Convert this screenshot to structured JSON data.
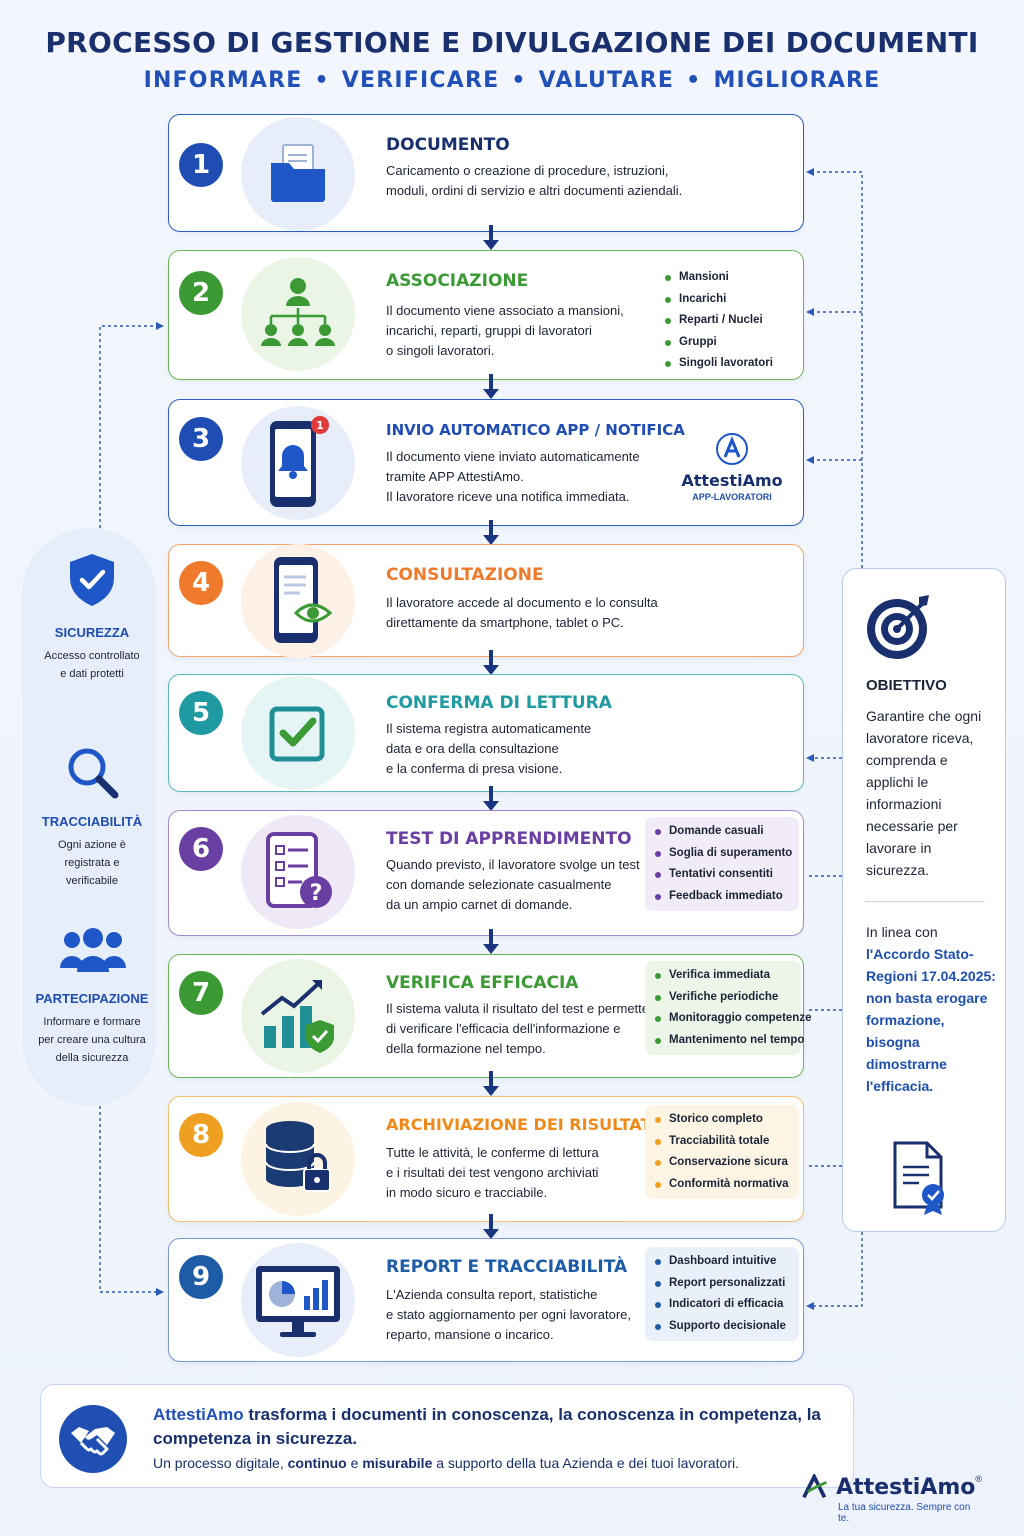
{
  "header": {
    "title": "PROCESSO DI GESTIONE E DIVULGAZIONE DEI DOCUMENTI",
    "subtitle": [
      "INFORMARE",
      "VERIFICARE",
      "VALUTARE",
      "MIGLIORARE"
    ],
    "separator": "•"
  },
  "steps": [
    {
      "number": "1",
      "title": "DOCUMENTO",
      "lines": [
        "Caricamento o creazione di procedure, istruzioni,",
        "moduli, ordini di servizio e altri documenti aziendali."
      ],
      "color": "#1f4db3",
      "icon": "folder-icon"
    },
    {
      "number": "2",
      "title": "ASSOCIAZIONE",
      "lines": [
        "Il documento viene associato a mansioni,",
        "incarichi, reparti, gruppi di lavoratori",
        "o singoli lavoratori."
      ],
      "bullets": [
        "Mansioni",
        "Incarichi",
        "Reparti / Nuclei",
        "Gruppi",
        "Singoli lavoratori"
      ],
      "color": "#3c9a35",
      "icon": "org-chart-icon"
    },
    {
      "number": "3",
      "title": "INVIO AUTOMATICO APP / NOTIFICA",
      "lines": [
        "Il documento viene inviato automaticamente",
        "tramite APP AttestiAmo.",
        "Il lavoratore riceve una notifica immediata."
      ],
      "badge": "1",
      "app_brand": "AttestiAmo",
      "app_sub": "APP-LAVORATORI",
      "color": "#1f4db3",
      "icon": "phone-notification-icon"
    },
    {
      "number": "4",
      "title": "CONSULTAZIONE",
      "lines": [
        "Il lavoratore accede al documento e lo consulta",
        "direttamente da smartphone, tablet o PC."
      ],
      "color": "#ef7a2b",
      "icon": "phone-view-icon"
    },
    {
      "number": "5",
      "title": "CONFERMA DI LETTURA",
      "lines": [
        "Il sistema registra automaticamente",
        "data e ora della consultazione",
        "e la conferma di presa visione."
      ],
      "color": "#1f9aa0",
      "icon": "checkbox-icon"
    },
    {
      "number": "6",
      "title": "TEST DI APPRENDIMENTO",
      "lines": [
        "Quando previsto, il lavoratore svolge un test",
        "con domande selezionate casualmente",
        "da un ampio carnet di domande."
      ],
      "bullets": [
        "Domande casuali",
        "Soglia di superamento",
        "Tentativi consentiti",
        "Feedback immediato"
      ],
      "color": "#6a3fa4",
      "icon": "quiz-icon"
    },
    {
      "number": "7",
      "title": "VERIFICA EFFICACIA",
      "lines": [
        "Il sistema valuta il risultato del test e permette",
        "di verificare l'efficacia dell'informazione e",
        "della formazione nel tempo."
      ],
      "bullets": [
        "Verifica immediata",
        "Verifiche periodiche",
        "Monitoraggio competenze",
        "Mantenimento nel tempo"
      ],
      "color": "#3c9a35",
      "icon": "growth-chart-icon"
    },
    {
      "number": "8",
      "title": "ARCHIVIAZIONE DEI RISULTATI",
      "lines": [
        "Tutte le attività, le conferme di lettura",
        "e i risultati dei test vengono archiviati",
        "in modo sicuro e tracciabile."
      ],
      "bullets": [
        "Storico completo",
        "Tracciabilità totale",
        "Conservazione sicura",
        "Conformità normativa"
      ],
      "color": "#f0a020",
      "icon": "database-lock-icon"
    },
    {
      "number": "9",
      "title": "REPORT E TRACCIABILITÀ",
      "lines": [
        "L'Azienda consulta report, statistiche",
        "e stato aggiornamento per ogni lavoratore,",
        "reparto, mansione o incarico."
      ],
      "bullets": [
        "Dashboard intuitive",
        "Report personalizzati",
        "Indicatori di efficacia",
        "Supporto decisionale"
      ],
      "color": "#1f5ca8",
      "icon": "dashboard-monitor-icon"
    }
  ],
  "left_panel": [
    {
      "title": "SICUREZZA",
      "lines": [
        "Accesso controllato",
        "e dati protetti"
      ],
      "icon": "shield-check-icon"
    },
    {
      "title": "TRACCIABILITÀ",
      "lines": [
        "Ogni azione è",
        "registrata e",
        "verificabile"
      ],
      "icon": "magnifier-icon"
    },
    {
      "title": "PARTECIPAZIONE",
      "lines": [
        "Informare e formare",
        "per creare una cultura",
        "della sicurezza"
      ],
      "icon": "people-icon"
    }
  ],
  "right_panel": {
    "heading": "OBIETTIVO",
    "text": "Garantire che ogni lavoratore riceva, comprenda e applichi le informazioni necessarie per lavorare in sicurezza.",
    "text2_lead": "In linea con",
    "text2_strong": "l'Accordo Stato-Regioni 17.04.2025:",
    "text2_tail": "non basta erogare formazione, bisogna dimostrarne l'efficacia.",
    "icons": [
      "target-icon",
      "certificate-icon"
    ]
  },
  "footer": {
    "brand": "AttestiAmo",
    "line1_rest": " trasforma i documenti in conoscenza, la conoscenza in competenza, la competenza in sicurezza.",
    "line2_a": "Un processo digitale, ",
    "line2_b": "continuo",
    "line2_c": " e ",
    "line2_d": "misurabile",
    "line2_e": " a supporto della tua Azienda e dei tuoi lavoratori.",
    "logo_name": "AttestiAmo",
    "logo_reg": "®",
    "tagline": "La tua sicurezza. Sempre con te.",
    "icon": "handshake-icon"
  },
  "colors": {
    "navy": "#1a2f6e",
    "blue": "#1f4db3",
    "green": "#3c9a35",
    "orange": "#ef7a2b",
    "teal": "#1f9aa0",
    "purple": "#6a3fa4",
    "gold": "#f0a020",
    "connector": "#2c5bb8"
  }
}
